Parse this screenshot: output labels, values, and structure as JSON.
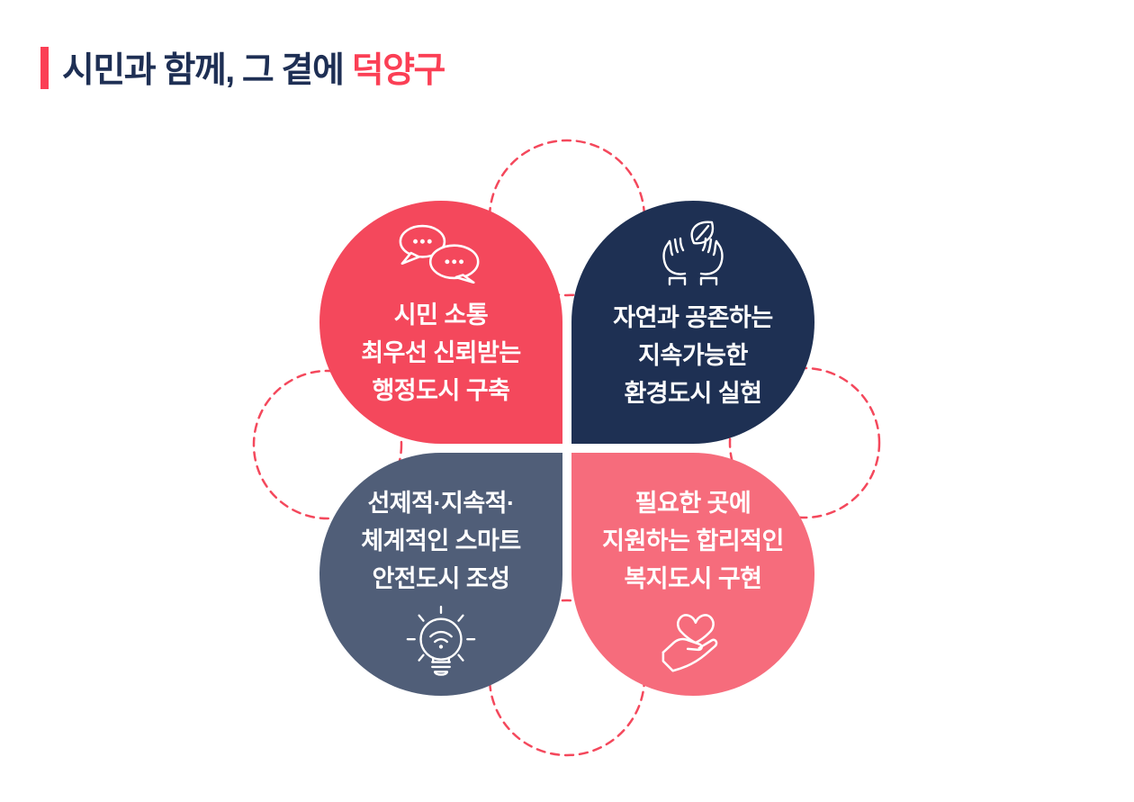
{
  "title": {
    "prefix": "시민과 함께, 그 곁에 ",
    "accent": "덕양구"
  },
  "colors": {
    "title_navy": "#1E2F54",
    "accent_red": "#FB3F55",
    "petal_red": "#F4485C",
    "petal_navy": "#1E3053",
    "petal_slate": "#505E78",
    "petal_pink": "#F66C7C",
    "dashed_circle_stroke": "#F4485C",
    "icon_stroke": "#FFFFFF"
  },
  "petals": [
    {
      "id": "communication",
      "icon": "speech-bubbles-icon",
      "color": "#F4485C",
      "lines": [
        "시민 소통",
        "최우선 신뢰받는",
        "행정도시 구축"
      ]
    },
    {
      "id": "environment",
      "icon": "hands-leaf-icon",
      "color": "#1E3053",
      "lines": [
        "자연과 공존하는",
        "지속가능한",
        "환경도시 실현"
      ]
    },
    {
      "id": "safety",
      "icon": "smart-bulb-icon",
      "color": "#505E78",
      "lines": [
        "선제적·지속적·",
        "체계적인 스마트",
        "안전도시 조성"
      ]
    },
    {
      "id": "welfare",
      "icon": "hand-heart-icon",
      "color": "#F66C7C",
      "lines": [
        "필요한 곳에",
        "지원하는 합리적인",
        "복지도시 구현"
      ]
    }
  ]
}
